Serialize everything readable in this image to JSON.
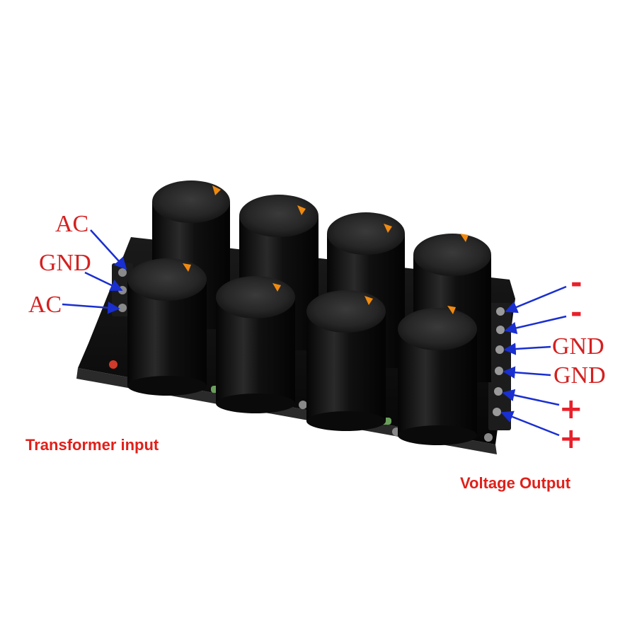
{
  "input_labels": {
    "ac_top": "AC",
    "gnd": "GND",
    "ac_bottom": "AC"
  },
  "output_labels": {
    "minus_1": "-",
    "minus_2": "-",
    "gnd_1": "GND",
    "gnd_2": "GND",
    "plus_1": "+",
    "plus_2": "+"
  },
  "captions": {
    "transformer_input": "Transformer input",
    "voltage_output": "Voltage Output"
  },
  "colors": {
    "label_red": "#d42020",
    "caption_red": "#e0201a",
    "arrow_blue": "#1a2fd0",
    "pcb": "#101010",
    "capacitor_body": "#0c0c0c",
    "capacitor_top": "#2a2a2a",
    "vent_mark": "#f08a10"
  }
}
